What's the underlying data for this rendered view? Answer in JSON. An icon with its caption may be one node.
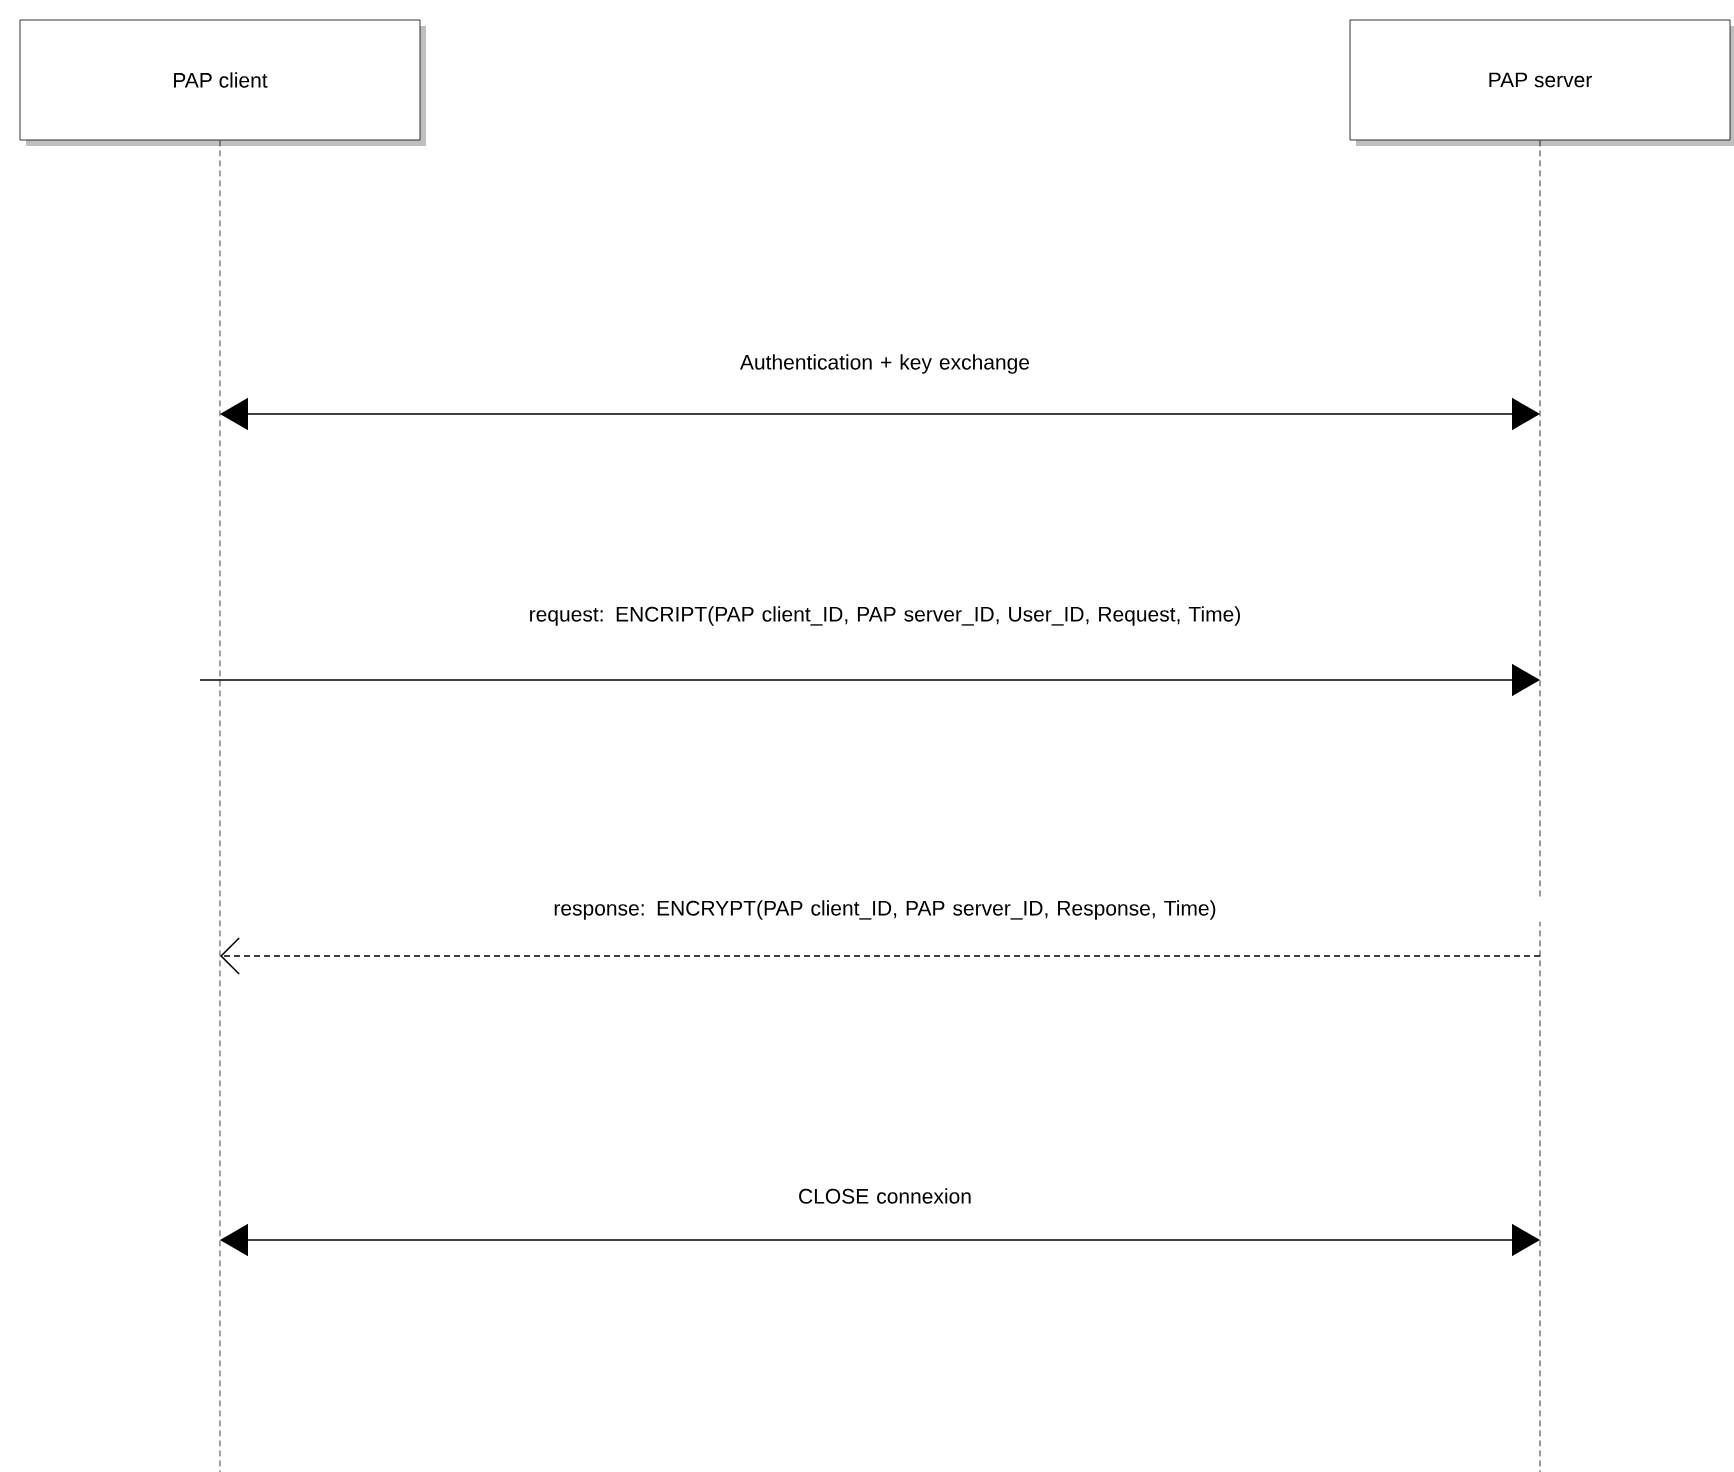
{
  "diagram": {
    "nodes": [
      {
        "text": [
          "PAP client"
        ]
      },
      {
        "text": [
          "PAP server"
        ]
      }
    ],
    "edges": [
      {
        "from": 0,
        "to": 1,
        "arrow": "both",
        "label": "Authentication + key exchange"
      },
      {
        "from": 0,
        "to": 1,
        "arrow": "to",
        "label": "request: ENCRIPT(PAP client_ID, PAP server_ID, User_ID, Request, Time)"
      },
      {
        "from": 1,
        "to": 0,
        "arrow": "to",
        "style": "dashed",
        "label": "response: ENCRYPT(PAP client_ID, PAP server_ID, Response, Time)"
      },
      {
        "from": 0,
        "to": 1,
        "arrow": "both",
        "label": "CLOSE connexion"
      }
    ]
  }
}
